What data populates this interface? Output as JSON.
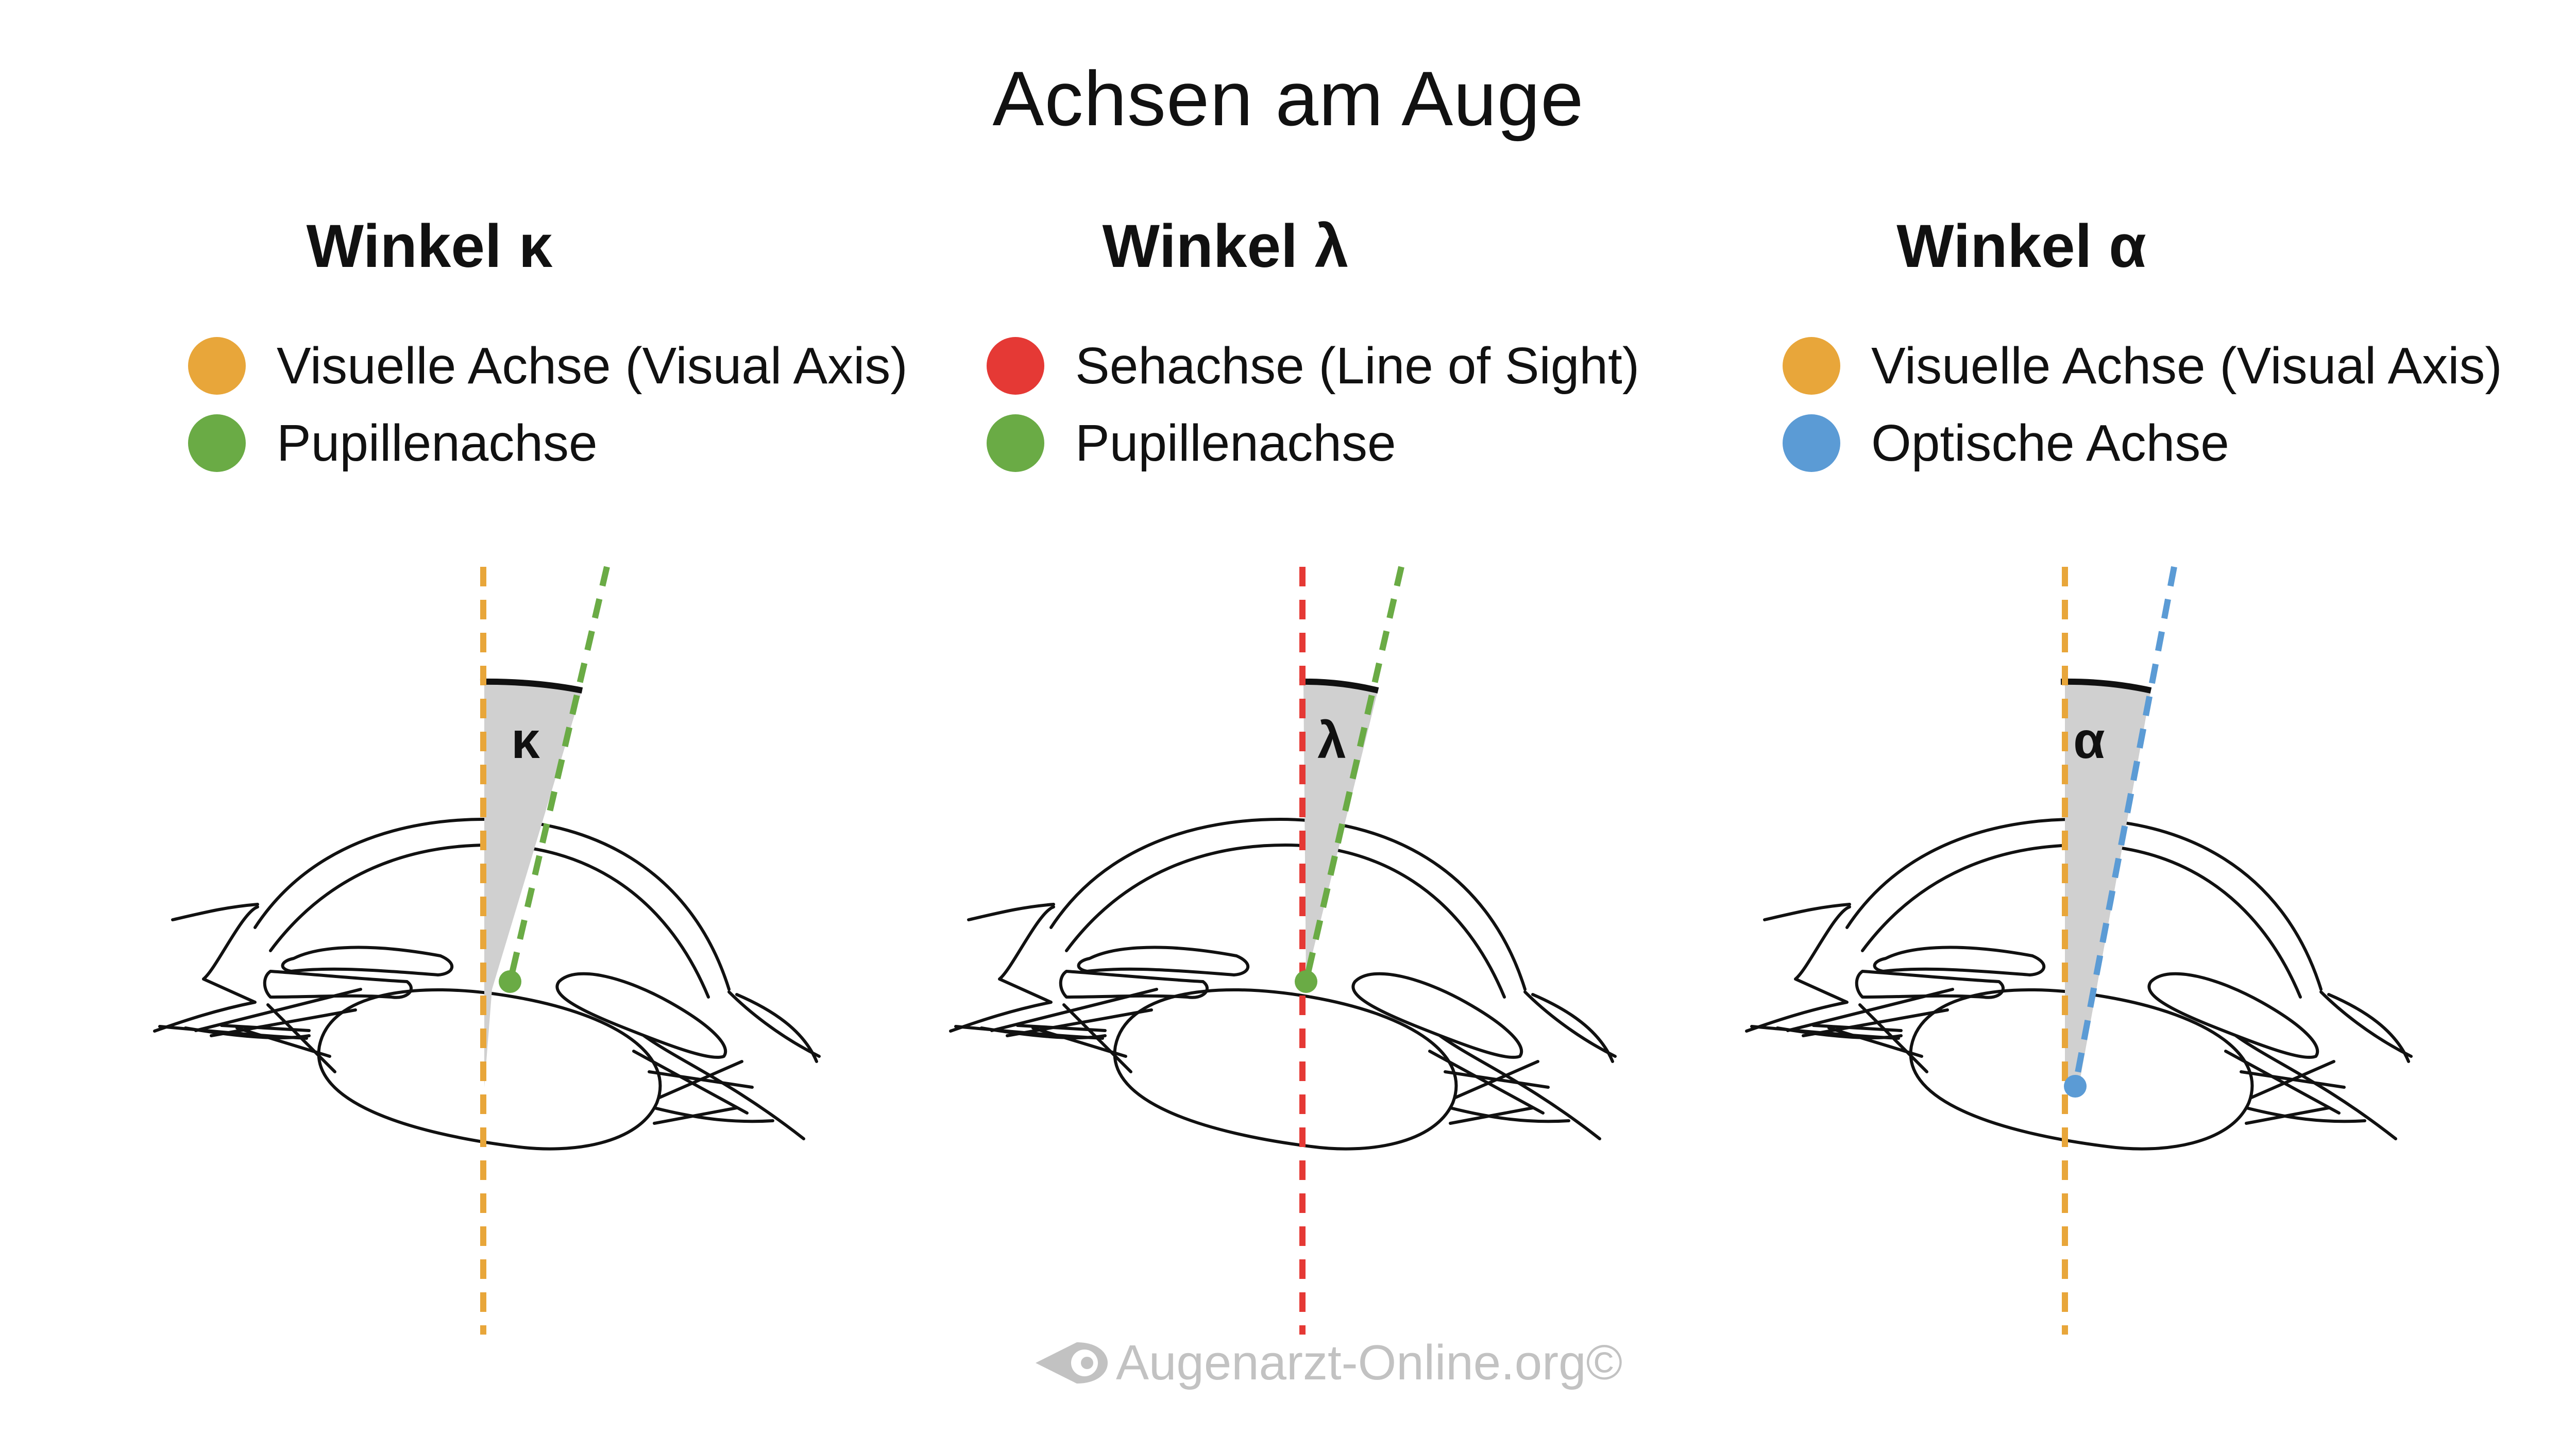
{
  "page": {
    "title": "Achsen am Auge",
    "watermark": "Augenarzt-Online.org©"
  },
  "colors": {
    "visual_axis": "#E8A63A",
    "pupil_axis": "#6AAB45",
    "line_of_sight": "#E53935",
    "optical_axis": "#5B9BD5",
    "angle_fill": "#D0D0D0",
    "outline": "#111111",
    "watermark": "#C2C2C2"
  },
  "panels": [
    {
      "title": "Winkel κ",
      "angle_symbol": "κ",
      "legend": [
        {
          "label": "Visuelle Achse (Visual Axis)",
          "color": "#E8A63A"
        },
        {
          "label": "Pupillenachse",
          "color": "#6AAB45"
        }
      ]
    },
    {
      "title": "Winkel λ",
      "angle_symbol": "λ",
      "legend": [
        {
          "label": "Sehachse (Line of Sight)",
          "color": "#E53935"
        },
        {
          "label": "Pupillenachse",
          "color": "#6AAB45"
        }
      ]
    },
    {
      "title": "Winkel α",
      "angle_symbol": "α",
      "legend": [
        {
          "label": "Visuelle Achse (Visual Axis)",
          "color": "#E8A63A"
        },
        {
          "label": "Optische Achse",
          "color": "#5B9BD5"
        }
      ]
    }
  ]
}
